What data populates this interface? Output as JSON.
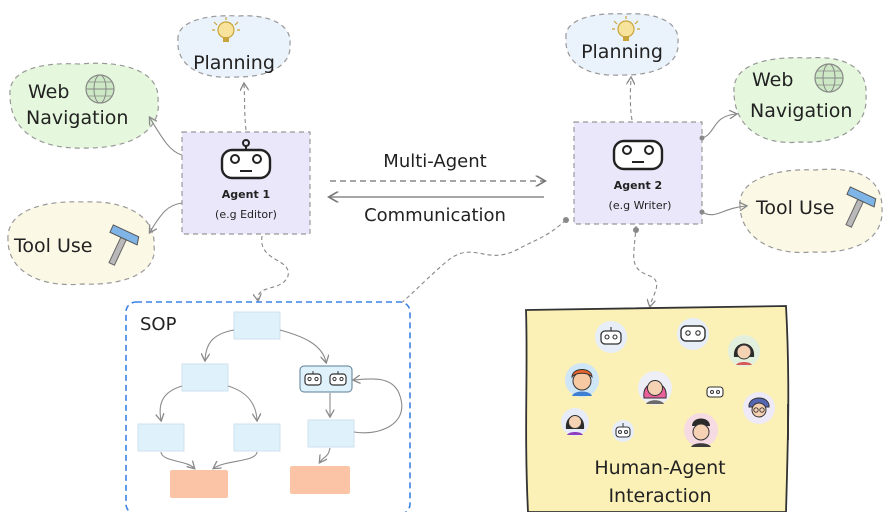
{
  "left": {
    "planning": "Planning",
    "web_line1": "Web",
    "web_line2": "Navigation",
    "tool": "Tool Use",
    "agent_name": "Agent 1",
    "agent_role": "(e.g Editor)"
  },
  "right": {
    "planning": "Planning",
    "web_line1": "Web",
    "web_line2": "Navigation",
    "tool": "Tool Use",
    "agent_name": "Agent 2",
    "agent_role": "(e.g Writer)"
  },
  "communication": {
    "top": "Multi-Agent",
    "bottom": "Communication"
  },
  "sop": {
    "label": "SOP"
  },
  "interaction": {
    "line1": "Human-Agent",
    "line2": "Interaction"
  },
  "colors": {
    "planning_fill": "#eaf2fb",
    "web_fill": "#e5f8dd",
    "tool_fill": "#fbf8e6",
    "agent_fill": "#ebe7fa",
    "sop_border": "#3c82e6",
    "sop_box": "#dff1fb",
    "sop_end": "#fbc4a6",
    "human_fill": "#fbf1b6"
  }
}
